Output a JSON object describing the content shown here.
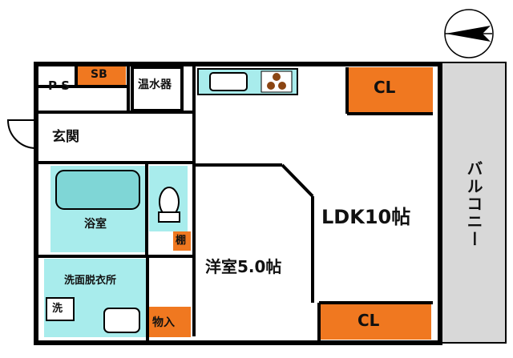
{
  "compass": {
    "icon": "north-arrow-icon"
  },
  "labels": {
    "ps": "P S",
    "sb": "SB",
    "water_heater": "温水器",
    "entrance": "玄関",
    "bath": "浴室",
    "washroom": "洗面脱衣所",
    "washer": "洗",
    "shelf": "棚",
    "storage": "物入",
    "western_room": "洋室5.0帖",
    "ldk": "LDK10帖",
    "cl_top": "CL",
    "cl_bottom": "CL",
    "balcony": "バルコニー"
  },
  "colors": {
    "wall": "#000000",
    "closet_fill": "#f07820",
    "bath_fill": "#a8ecec",
    "bath_tub": "#7fd6d6",
    "balcony_fill": "#d8d8d8",
    "background": "#ffffff"
  }
}
